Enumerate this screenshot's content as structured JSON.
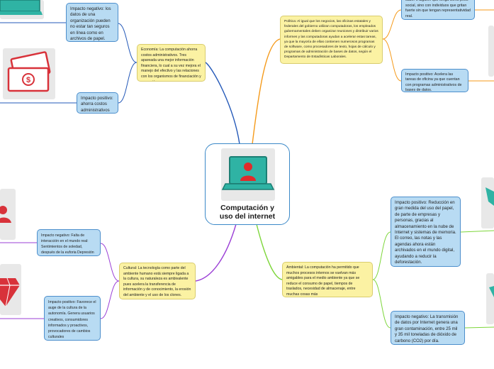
{
  "central_topic": {
    "line1": "Computación y",
    "line2": "uso del internet"
  },
  "branches": {
    "economia": {
      "text": "Economía: La computación ahorra costos administrativos. Tres apareada una mejor información financiera, lo cual a su vez mejora el manejo del efectivo y las relaciones con los organismos de financiación y operación.",
      "children": [
        {
          "text": "Impacto negativo: los datos de una organización pueden no estar tan seguros en línea como en archivos de papel."
        },
        {
          "text": "Impacto positivo: ahorra costos administrativos"
        }
      ]
    },
    "politica": {
      "text": "Política: Al igual que los negocios, las oficinas estatales y federales del gobierno utilizan computadoras, los empleados gubernamentales deben organizar reuniones y distribuir varios informes y las computadoras ayudan a acelerar estas tareas, ya que la mayoría de ellas contienen numerosos programas de software, como procesadores de texto, hojas de cálculo y programas de administración de bases de datos, según el Departamento de Estadísticas Laborales.",
      "children": [
        {
          "text": "saber o alguien que tenga cierto peso social, sino con individuos que gritan fuerte sin que tengan representatividad real."
        },
        {
          "text": "Impacto positivo: Acelera las tareas de oficina ya que cuentan con programas administrativos de bases de datos."
        }
      ]
    },
    "cultural": {
      "text": "Cultural: La tecnología como parte del ambiente humano está siempre ligada a la cultura, su naturaleza es ambivalente pues acelera la transferencia de información y de conocimiento, la erosión del ambiente y el uso de los clones.",
      "children": [
        {
          "text": "Impacto negativo: Falta de interacción en el mundo real: Sentimientos de soledad, después de la euforia Depresión"
        },
        {
          "text": "Impacto positivo: Favorece el auge de la cultura de la autonomía. Genera usuarios creativos, consumidores informados y proactivos, provocadores de cambios culturales"
        }
      ]
    },
    "ambiental": {
      "text": "Ambiental: La computación ha permitido que muchos procesos internos se vuelvan más amigables para el medio ambiente ya que se reduce el consumo de papel, tiempos de traslados, necesidad de almacenaje, entre muchas cosas más",
      "children": [
        {
          "text": "Impacto positivo: Reducción en gran medida del uso del papel, de parte de empresas y personas, gracias al almacenamiento en la nube de Internet y sistemas de memoria. El correo, las notas y las agendas ahora están archivados en el mundo digital, ayudando a reducir la deforestación."
        },
        {
          "text": "Impacto negativo: La transmisión de datos por Internet genera una gran contaminación, entre 25 mil y 35 mil toneladas de dióxido de carbono (CO2) por día."
        }
      ]
    }
  },
  "images": [
    {
      "name": "laptop-icon"
    },
    {
      "name": "money-icon"
    },
    {
      "name": "people-icon"
    },
    {
      "name": "gem-icon"
    },
    {
      "name": "recycle-icon"
    }
  ],
  "colors": {
    "economia_link": "#2358b8",
    "politica_link": "#f59a1a",
    "cultural_link": "#9b3fd6",
    "ambiental_link": "#7dd63a",
    "topic_fill": "#fbf2a3",
    "subtopic_fill": "#b8dbf3",
    "subtopic_border": "#4d8fcc"
  }
}
